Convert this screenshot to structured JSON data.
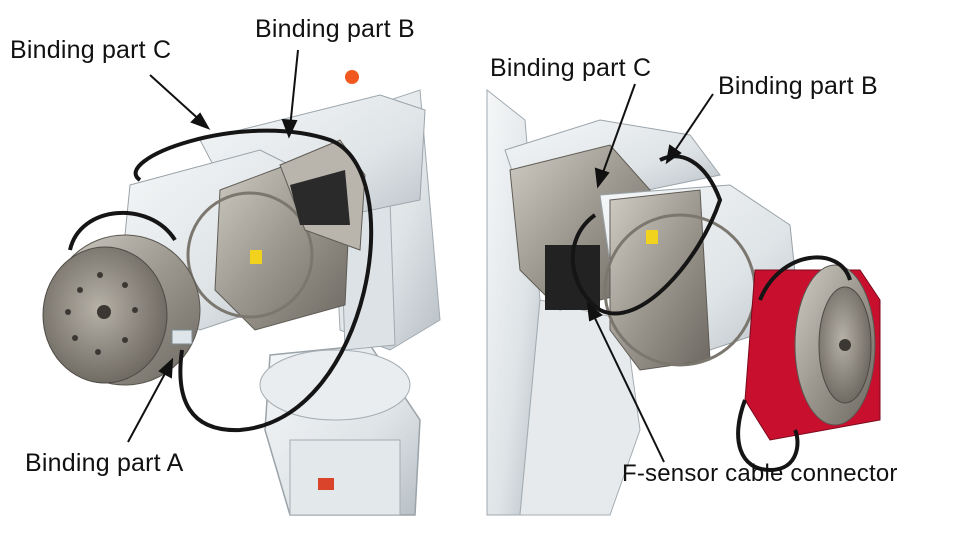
{
  "left_photo": {
    "labels": {
      "binding_c": "Binding part C",
      "binding_b": "Binding part B",
      "binding_a": "Binding part A"
    }
  },
  "right_photo": {
    "labels": {
      "binding_c": "Binding part C",
      "binding_b": "Binding part B",
      "connector": "F-sensor cable connector"
    }
  },
  "colors": {
    "robot_white": "#e8ecee",
    "robot_shadow": "#aeb6bc",
    "metal": "#a7a39b",
    "cable": "#151515",
    "sensor_red": "#c8102e",
    "orange_dot": "#f0581f"
  }
}
